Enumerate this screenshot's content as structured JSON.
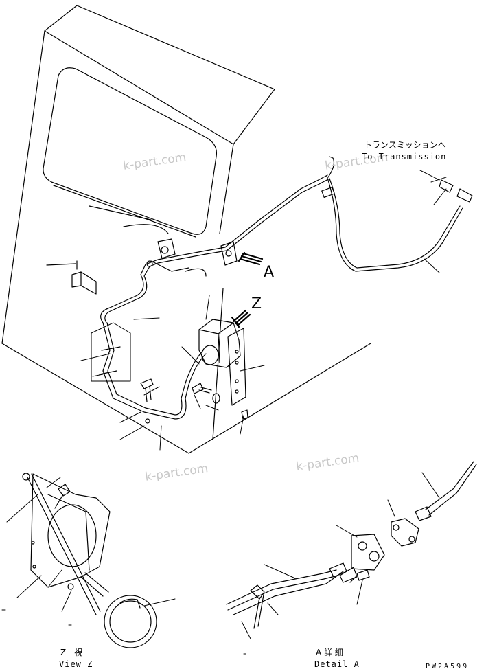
{
  "notes": {
    "to_transmission_jp": "トランスミッションへ",
    "to_transmission_en": "To Transmission",
    "arrow_a": "A",
    "arrow_z": "Z"
  },
  "views": {
    "view_z_jp": "Z　視",
    "view_z_en": "View Z",
    "detail_a_jp": "A 詳 細",
    "detail_a_en": "Detail A"
  },
  "drawing_code": "PW2A599",
  "watermarks": [
    "k-part.com",
    "k-part.com",
    "k-part.com",
    "k-part.com"
  ]
}
